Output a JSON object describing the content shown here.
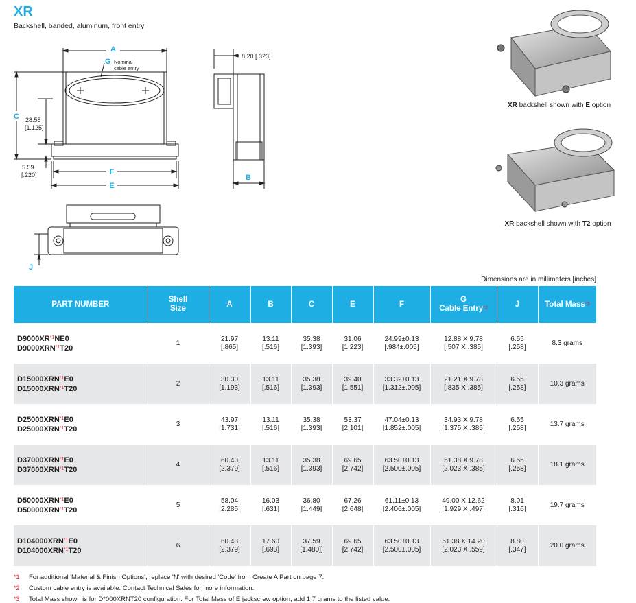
{
  "header": {
    "title": "XR",
    "subtitle": "Backshell, banded, aluminum, front entry"
  },
  "drawing": {
    "label_a": "A",
    "label_b": "B",
    "label_c": "C",
    "label_e": "E",
    "label_f": "F",
    "label_g": "G",
    "label_j": "J",
    "nominal_line1": "Nominal",
    "nominal_line2": "cable entry",
    "dim_28_58": "28.58",
    "dim_28_58_in": "[1.125]",
    "dim_5_59": "5.59",
    "dim_5_59_in": "[.220]",
    "dim_8_20": "8.20 [.323]"
  },
  "photos": {
    "caption1_bold": "XR",
    "caption1_mid": " backshell shown with ",
    "caption1_opt": "E",
    "caption1_end": " option",
    "caption2_bold": "XR",
    "caption2_mid": " backshell shown with ",
    "caption2_opt": "T2",
    "caption2_end": " option"
  },
  "units_note": "Dimensions are in millimeters [inches]",
  "table": {
    "headers": {
      "part": "PART NUMBER",
      "shell1": "Shell",
      "shell2": "Size",
      "a": "A",
      "b": "B",
      "c": "C",
      "e": "E",
      "f": "F",
      "g1": "G",
      "g2": "Cable Entry",
      "g_mark": "*2",
      "j": "J",
      "mass": "Total Mass",
      "mass_mark": "*3"
    },
    "rows": [
      {
        "p1a": "D9000XR",
        "p1m": "*1",
        "p1b": "NE0",
        "p2a": "D9000XRN",
        "p2m": "*1",
        "p2b": "T20",
        "shell": "1",
        "a": "21.97",
        "a_in": "[.865]",
        "b": "13.11",
        "b_in": "[.516]",
        "c": "35.38",
        "c_in": "[1.393]",
        "e": "31.06",
        "e_in": "[1.223]",
        "f": "24.99±0.13",
        "f_in": "[.984±.005]",
        "g": "12.88 X 9.78",
        "g_in": "[.507 X .385]",
        "j": "6.55",
        "j_in": "[.258]",
        "mass": "8.3 grams"
      },
      {
        "p1a": "D15000XRN",
        "p1m": "*1",
        "p1b": "E0",
        "p2a": "D15000XRN",
        "p2m": "*1",
        "p2b": "T20",
        "shell": "2",
        "a": "30.30",
        "a_in": "[1.193]",
        "b": "13.11",
        "b_in": "[.516]",
        "c": "35.38",
        "c_in": "[1.393]",
        "e": "39.40",
        "e_in": "[1.551]",
        "f": "33.32±0.13",
        "f_in": "[1.312±.005]",
        "g": "21.21 X 9.78",
        "g_in": "[.835 X .385]",
        "j": "6.55",
        "j_in": "[.258]",
        "mass": "10.3 grams"
      },
      {
        "p1a": "D25000XRN",
        "p1m": "*1",
        "p1b": "E0",
        "p2a": "D25000XRN",
        "p2m": "*1",
        "p2b": "T20",
        "shell": "3",
        "a": "43.97",
        "a_in": "[1.731]",
        "b": "13.11",
        "b_in": "[.516]",
        "c": "35.38",
        "c_in": "[1.393]",
        "e": "53.37",
        "e_in": "[2.101]",
        "f": "47.04±0.13",
        "f_in": "[1.852±.005]",
        "g": "34.93 X 9.78",
        "g_in": "[1.375 X .385]",
        "j": "6.55",
        "j_in": "[.258]",
        "mass": "13.7 grams"
      },
      {
        "p1a": "D37000XRN",
        "p1m": "*1",
        "p1b": "E0",
        "p2a": "D37000XRN",
        "p2m": "*1",
        "p2b": "T20",
        "shell": "4",
        "a": "60.43",
        "a_in": "[2.379]",
        "b": "13.11",
        "b_in": "[.516]",
        "c": "35.38",
        "c_in": "[1.393]",
        "e": "69.65",
        "e_in": "[2.742]",
        "f": "63.50±0.13",
        "f_in": "[2.500±.005]",
        "g": "51.38 X 9.78",
        "g_in": "[2.023 X .385]",
        "j": "6.55",
        "j_in": "[.258]",
        "mass": "18.1 grams"
      },
      {
        "p1a": "D50000XRN",
        "p1m": "*1",
        "p1b": "E0",
        "p2a": "D50000XRN",
        "p2m": "*1",
        "p2b": "T20",
        "shell": "5",
        "a": "58.04",
        "a_in": "[2.285]",
        "b": "16.03",
        "b_in": "[.631]",
        "c": "36.80",
        "c_in": "[1.449]",
        "e": "67.26",
        "e_in": "[2.648]",
        "f": "61.11±0.13",
        "f_in": "[2.406±.005]",
        "g": "49.00 X 12.62",
        "g_in": "[1.929 X .497]",
        "j": "8.01",
        "j_in": "[.316]",
        "mass": "19.7 grams"
      },
      {
        "p1a": "D104000XRN",
        "p1m": "*1",
        "p1b": "E0",
        "p2a": "D104000XRN",
        "p2m": "*1",
        "p2b": "T20",
        "shell": "6",
        "a": "60.43",
        "a_in": "[2.379]",
        "b": "17.60",
        "b_in": "[.693]",
        "c": "37.59",
        "c_in": "[1.480]]",
        "e": "69.65",
        "e_in": "[2.742]",
        "f": "63.50±0.13",
        "f_in": "[2.500±.005]",
        "g": "51.38 X 14.20",
        "g_in": "[2.023 X .559]",
        "j": "8.80",
        "j_in": "[.347]",
        "mass": "20.0 grams"
      }
    ]
  },
  "footnotes": [
    {
      "mark": "*1",
      "text": "For additional 'Material & Finish Options', replace 'N' with desired 'Code' from Create A Part on page 7."
    },
    {
      "mark": "*2",
      "text": "Custom cable entry is available. Contact Technical Sales for more information."
    },
    {
      "mark": "*3",
      "text": "Total Mass shown is for D*000XRNT20 configuration. For Total Mass of E jackscrew option, add 1.7 grams to the listed value."
    }
  ]
}
